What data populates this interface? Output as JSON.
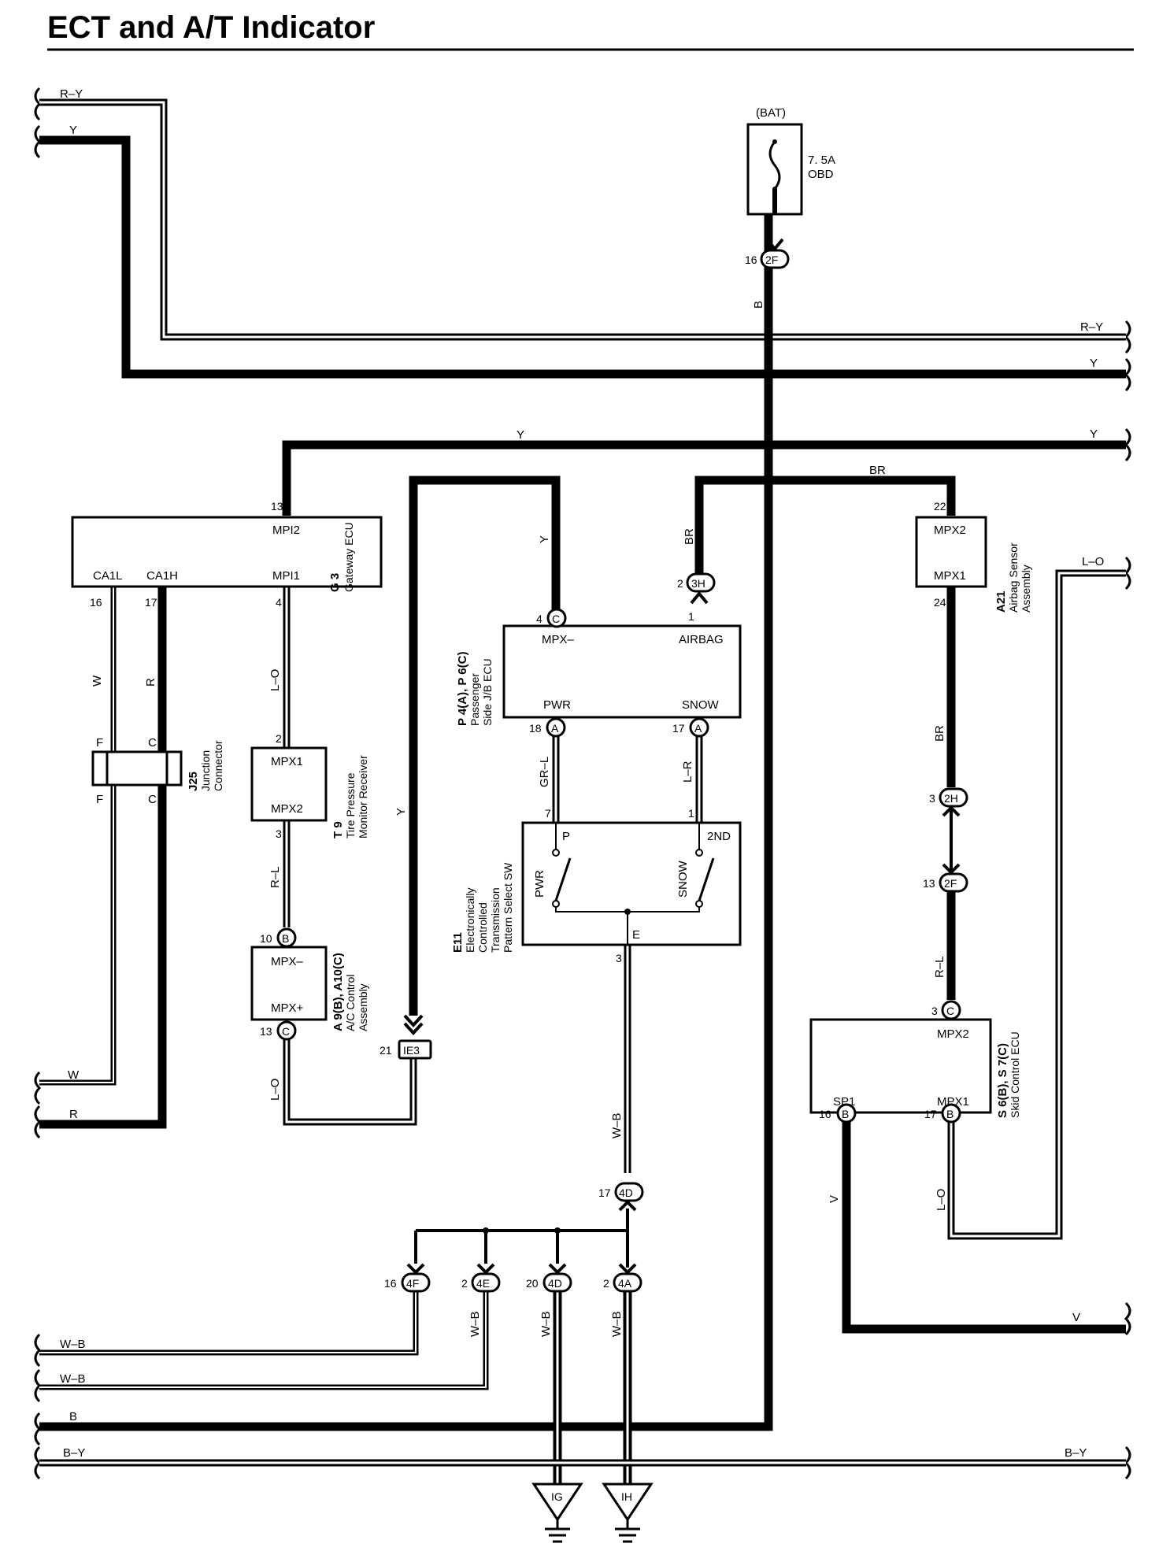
{
  "title": "ECT and A/T Indicator",
  "fuse": {
    "source": "(BAT)",
    "rating": "7. 5A",
    "name": "OBD"
  },
  "bus_left": {
    "r_y": "R–Y",
    "y": "Y",
    "w": "W",
    "r": "R",
    "w_b_1": "W–B",
    "w_b_2": "W–B",
    "b": "B",
    "b_y": "B–Y"
  },
  "bus_right": {
    "r_y": "R–Y",
    "y_1": "Y",
    "y_2": "Y",
    "l_o": "L–O",
    "v": "V",
    "b_y": "B–Y"
  },
  "wires": {
    "b_fuse": "B",
    "y_top": "Y",
    "br_top": "BR",
    "y_p4": "Y",
    "br_3h": "BR",
    "w": "W",
    "r": "R",
    "l_o_a": "L–O",
    "r_l_a": "R–L",
    "l_o_b": "L–O",
    "y_ie3": "Y",
    "gr_l": "GR–L",
    "l_r": "L–R",
    "w_b_main": "W–B",
    "br_a21": "BR",
    "r_l_b": "R–L",
    "l_o_c": "L–O",
    "v": "V",
    "w_b_4f": "W–B",
    "w_b_4d": "W–B",
    "w_b_4a": "W–B"
  },
  "connectors": {
    "c2f_top": {
      "id": "2F",
      "pin": "16"
    },
    "c3h": {
      "id": "3H",
      "pin": "2"
    },
    "c_p4c": {
      "id": "C",
      "pin": "4"
    },
    "c_p4a_1": {
      "id": "A",
      "pin": "18"
    },
    "c_p4a_2": {
      "id": "A",
      "pin": "17"
    },
    "c_a9b": {
      "id": "B",
      "pin": "10"
    },
    "c_a10c": {
      "id": "C",
      "pin": "13"
    },
    "c_ie3": {
      "id": "IE3",
      "pin": "21"
    },
    "c2h": {
      "id": "2H",
      "pin": "3"
    },
    "c2f_mid": {
      "id": "2F",
      "pin": "13"
    },
    "c_s7c": {
      "id": "C",
      "pin": "3"
    },
    "c_s6b_1": {
      "id": "B",
      "pin": "16"
    },
    "c_s6b_2": {
      "id": "B",
      "pin": "17"
    },
    "c4d_top": {
      "id": "4D",
      "pin": "17"
    },
    "c4f": {
      "id": "4F",
      "pin": "16"
    },
    "c4e": {
      "id": "4E",
      "pin": "2"
    },
    "c4d_bot": {
      "id": "4D",
      "pin": "20"
    },
    "c4a": {
      "id": "4A",
      "pin": "2"
    }
  },
  "pins": {
    "g3_13": "13",
    "g3_16": "16",
    "g3_17": "17",
    "g3_4": "4",
    "t9_2": "2",
    "t9_3": "3",
    "p4_1": "1",
    "e11_7": "7",
    "e11_1": "1",
    "e11_3": "3",
    "a21_22": "22",
    "a21_24": "24"
  },
  "components": {
    "g3": {
      "id": "G 3",
      "name": "Gateway ECU",
      "mpi2": "MPI2",
      "ca1l": "CA1L",
      "ca1h": "CA1H",
      "mpi1": "MPI1"
    },
    "j25": {
      "id": "J25",
      "name1": "Junction",
      "name2": "Connector",
      "f_top": "F",
      "c_top": "C",
      "f_bot": "F",
      "c_bot": "C"
    },
    "t9": {
      "id": "T 9",
      "name1": "Tire Pressure",
      "name2": "Monitor Receiver",
      "mpx1": "MPX1",
      "mpx2": "MPX2"
    },
    "a9": {
      "id": "A 9(B), A10(C)",
      "name1": "A/C Control",
      "name2": "Assembly",
      "mpx_minus": "MPX–",
      "mpx_plus": "MPX+"
    },
    "p4": {
      "id": "P 4(A), P 6(C)",
      "name1": "Passenger",
      "name2": "Side J/B ECU",
      "mpx_minus": "MPX–",
      "airbag": "AIRBAG",
      "pwr": "PWR",
      "snow": "SNOW"
    },
    "e11": {
      "id": "E11",
      "name1": "Electronically",
      "name2": "Controlled",
      "name3": "Transmission",
      "name4": "Pattern Select SW",
      "p": "P",
      "second": "2ND",
      "pwr": "PWR",
      "snow": "SNOW",
      "e": "E"
    },
    "a21": {
      "id": "A21",
      "name1": "Airbag Sensor",
      "name2": "Assembly",
      "mpx2": "MPX2",
      "mpx1": "MPX1"
    },
    "s6": {
      "id": "S 6(B), S 7(C)",
      "name": "Skid Control ECU",
      "mpx2": "MPX2",
      "sp1": "SP1",
      "mpx1": "MPX1"
    }
  },
  "grounds": {
    "ig": "IG",
    "ih": "IH"
  }
}
